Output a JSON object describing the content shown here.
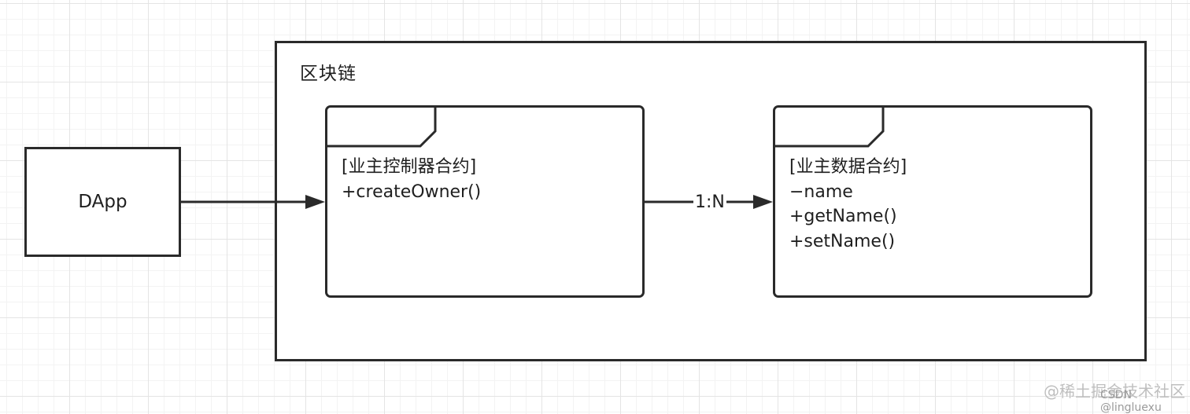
{
  "blockchain": {
    "label": "区块链"
  },
  "dapp": {
    "label": "DApp"
  },
  "controller_contract": {
    "title": "[业主控制器合约]",
    "members": [
      "+createOwner()"
    ]
  },
  "data_contract": {
    "title": "[业主数据合约]",
    "members": [
      "−name",
      "+getName()",
      "+setName()"
    ]
  },
  "relation": {
    "label": "1:N"
  },
  "watermark": {
    "site": "@稀土掘金技术社区",
    "author": "CSDN @lingluexu"
  },
  "colors": {
    "stroke": "#2a2a2a",
    "grid": "#e4e4e4",
    "watermark": "#bfbfbf"
  }
}
